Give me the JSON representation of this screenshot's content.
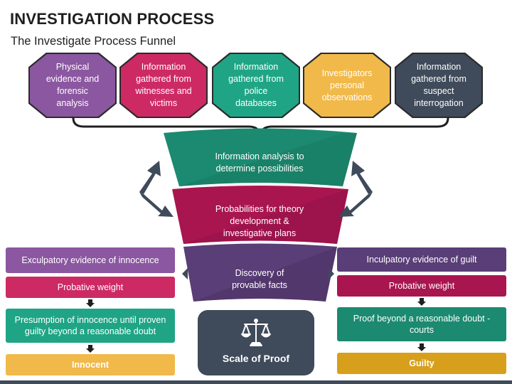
{
  "header": {
    "title": "INVESTIGATION PROCESS",
    "subtitle": "The Investigate Process Funnel"
  },
  "sources": [
    {
      "label": "Physical\nevidence and\nforensic\nanalysis",
      "color": "#8b57a0"
    },
    {
      "label": "Information\ngathered from\nwitnesses and\nvictims",
      "color": "#cd2a64"
    },
    {
      "label": "Information\ngathered from\npolice\ndatabases",
      "color": "#1fa585"
    },
    {
      "label": "Investigators\npersonal\nobservations",
      "color": "#f1b94a"
    },
    {
      "label": "Information\ngathered from\nsuspect\ninterrogation",
      "color": "#3f4a5a"
    }
  ],
  "funnel": {
    "level1": "Information analysis to\ndetermine possibilities",
    "level2": "Probabilities for theory\ndevelopment &\ninvestigative plans",
    "level3": "Discovery of\nprovable facts",
    "colors": {
      "level1": "#1b8a70",
      "level2": "#a9154f",
      "level3": "#5a3e77"
    }
  },
  "left_column": {
    "evidence": "Exculpatory evidence of innocence",
    "weight": "Probative weight",
    "presumption": "Presumption of innocence until proven\nguilty beyond a reasonable doubt",
    "outcome": "Innocent"
  },
  "right_column": {
    "evidence": "Inculpatory evidence of guilt",
    "weight": "Probative weight",
    "proof": "Proof beyond a reasonable doubt -\ncourts",
    "outcome": "Guilty"
  },
  "scale": {
    "label": "Scale of Proof",
    "icon": "scales-of-justice-icon"
  },
  "palette": {
    "purple": "#8b57a0",
    "pink": "#cd2a64",
    "green": "#1fa585",
    "yellow": "#f1b94a",
    "slate": "#3f4a5a",
    "arrow": "#3f4a5a"
  }
}
